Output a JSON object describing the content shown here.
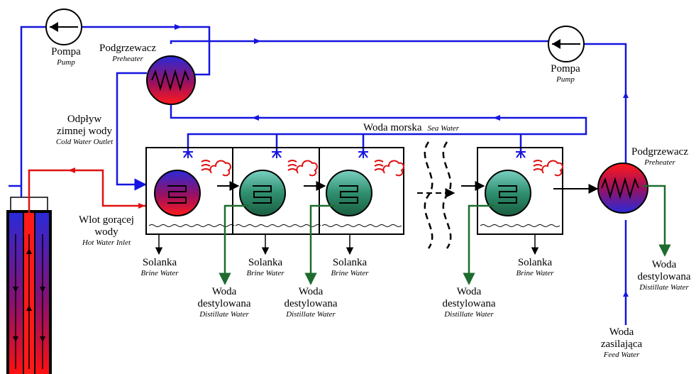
{
  "labels": {
    "pump_left": {
      "pl": "Pompa",
      "en": "Pump"
    },
    "preheater_top": {
      "pl": "Podgrzewacz",
      "en": "Preheater"
    },
    "pump_right": {
      "pl": "Pompa",
      "en": "Pump"
    },
    "cold_outlet": {
      "pl1": "Odpływ",
      "pl2": "zimnej wody",
      "en": "Cold Water Outlet"
    },
    "hot_inlet": {
      "pl1": "Wlot gorącej",
      "pl2": "wody",
      "en": "Hot Water Inlet"
    },
    "sea_water": {
      "pl": "Woda morska",
      "en": "Sea Water"
    },
    "preheater_right": {
      "pl": "Podgrzewacz",
      "en": "Preheater"
    },
    "brine": [
      {
        "pl": "Solanka",
        "en": "Brine Water"
      },
      {
        "pl": "Solanka",
        "en": "Brine Water"
      },
      {
        "pl": "Solanka",
        "en": "Brine Water"
      },
      {
        "pl": "Solanka",
        "en": "Brine Water"
      }
    ],
    "distillate": [
      {
        "pl1": "Woda",
        "pl2": "destylowana",
        "en": "Distillate Water"
      },
      {
        "pl1": "Woda",
        "pl2": "destylowana",
        "en": "Distillate Water"
      },
      {
        "pl1": "Woda",
        "pl2": "destylowana",
        "en": "Distillate Water"
      }
    ],
    "distillate_right": {
      "pl1": "Woda",
      "pl2": "destylowana",
      "en": "Distillate Water"
    },
    "feed_water": {
      "pl1": "Woda",
      "pl2": "zasilająca",
      "en": "Feed Water"
    }
  },
  "colors": {
    "cold_line": "#1515e0",
    "hot_line": "#e01010",
    "distillate_line": "#1d6b2e",
    "arrow": "#000000"
  },
  "icons": [
    "pump-icon",
    "preheater-icon",
    "heat-exchanger-icon",
    "steam-icon",
    "spray-nozzle-icon",
    "well-icon"
  ]
}
